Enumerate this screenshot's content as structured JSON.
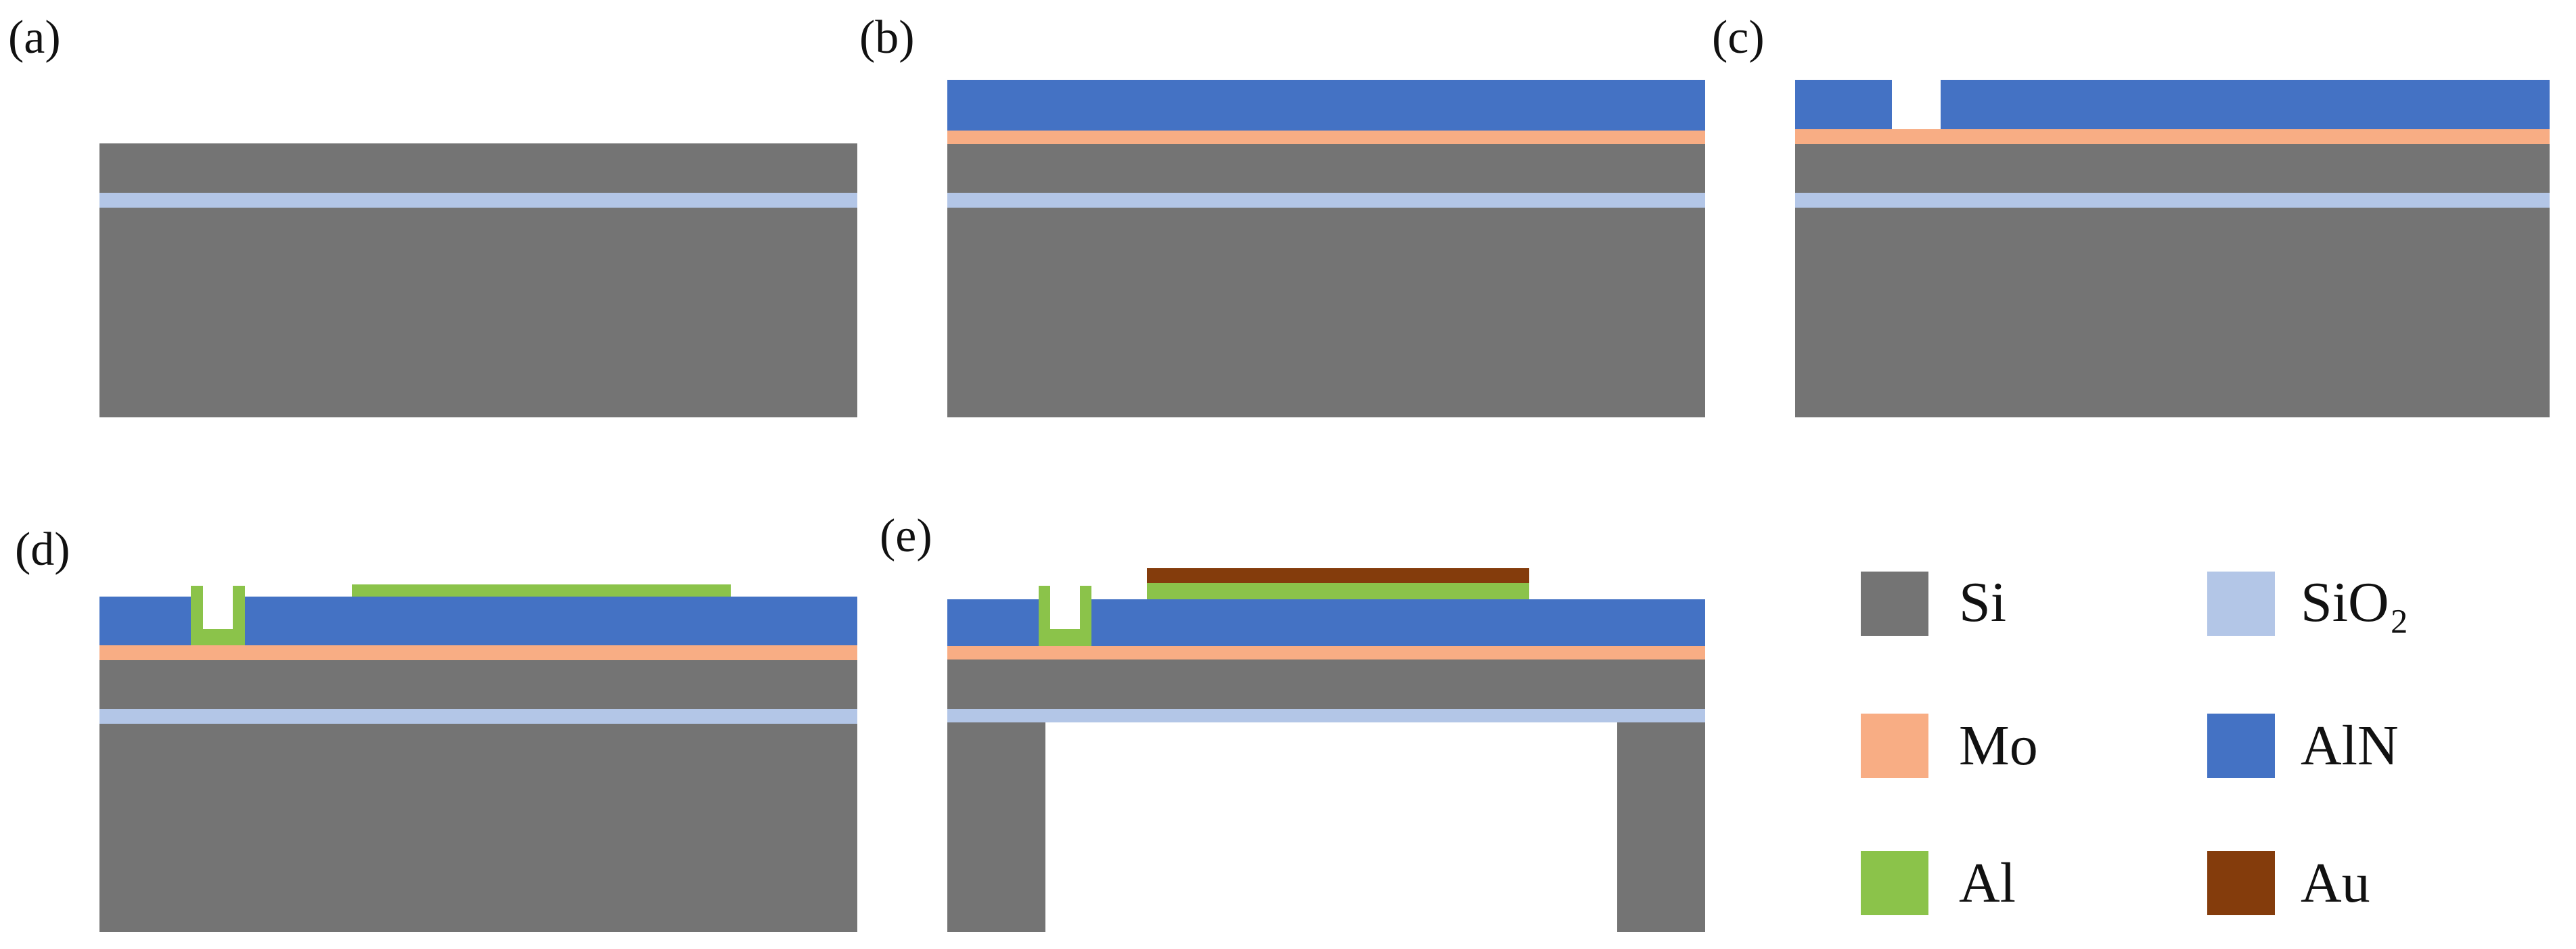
{
  "materials": {
    "Si": {
      "name": "Si",
      "color": "#747474"
    },
    "SiO2": {
      "name": "SiO₂",
      "color": "#b3c6e7"
    },
    "Mo": {
      "name": "Mo",
      "color": "#f8ad84"
    },
    "AlN": {
      "name": "AlN",
      "color": "#4472c4"
    },
    "Al": {
      "name": "Al",
      "color": "#8bc34a"
    },
    "Au": {
      "name": "Au",
      "color": "#843c0c"
    }
  },
  "panels": [
    {
      "id": "a",
      "label": "(a)"
    },
    {
      "id": "b",
      "label": "(b)"
    },
    {
      "id": "c",
      "label": "(c)"
    },
    {
      "id": "d",
      "label": "(d)"
    },
    {
      "id": "e",
      "label": "(e)"
    }
  ],
  "legend": {
    "rows": [
      [
        "Si",
        "SiO2"
      ],
      [
        "Mo",
        "AlN"
      ],
      [
        "Al",
        "Au"
      ]
    ]
  }
}
